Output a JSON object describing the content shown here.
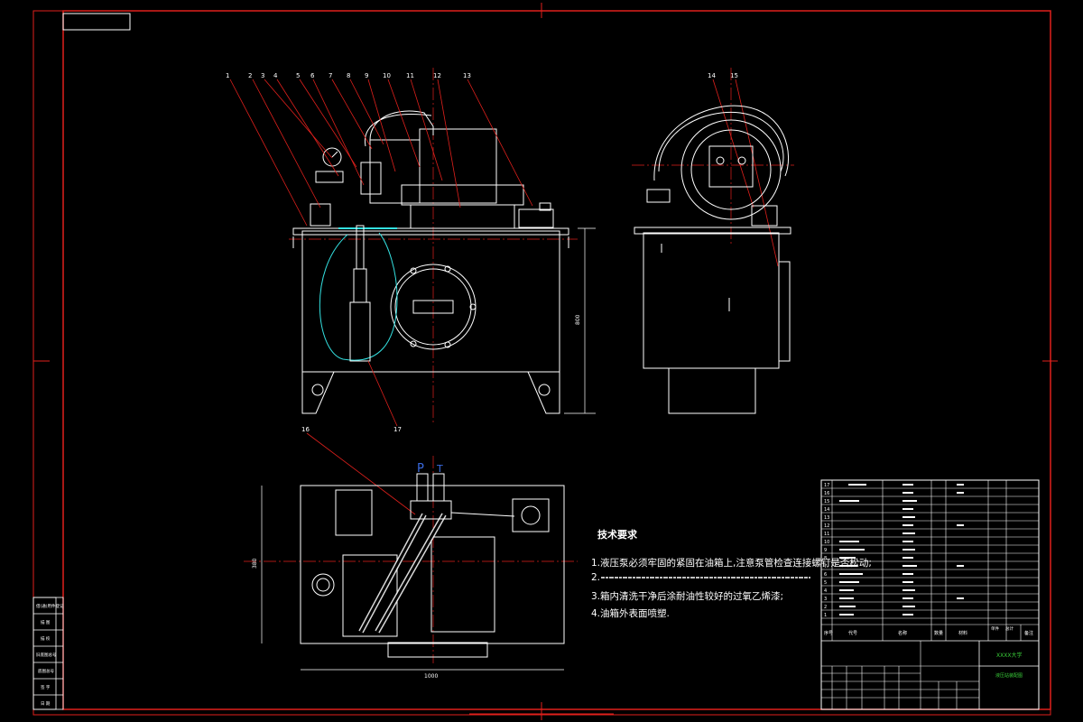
{
  "part_numbers": [
    "1",
    "2",
    "3",
    "4",
    "5",
    "6",
    "7",
    "8",
    "9",
    "10",
    "11",
    "12",
    "13",
    "14",
    "15",
    "16",
    "17"
  ],
  "port_labels": {
    "p": "P",
    "t": "T"
  },
  "dimensions": {
    "height": "800",
    "width": "1000",
    "depth": "380"
  },
  "technical_requirements": {
    "title": "技术要求",
    "items": [
      "1.液压泵必须牢固的紧固在油箱上,注意泵管检查连接螺钉是否松动;",
      "2.",
      "3.箱内清洗干净后涂耐油性较好的过氧乙烯漆;",
      "4.油箱外表面喷塑."
    ]
  },
  "title_block": {
    "school": "XXXX大学",
    "drawing_name": "液压站装配图",
    "row_numbers": [
      "17",
      "16",
      "15",
      "14",
      "13",
      "12",
      "11",
      "10",
      "9",
      "8",
      "7",
      "6",
      "5",
      "4",
      "3",
      "2",
      "1"
    ],
    "header_cells": [
      "序号",
      "代号",
      "名称",
      "数量",
      "材料",
      "单件",
      "总计",
      "备注"
    ]
  },
  "left_margin_labels": [
    "借(通)用件登记",
    "描 图",
    "描 校",
    "旧底图总号",
    "底图总号",
    "签 字",
    "日 期"
  ],
  "colors": {
    "border": "#e0201c",
    "lines": "#ffffff",
    "leaders": "#e0201c",
    "hose": "#34e0e0",
    "port_label": "#3a6ae0",
    "school": "#3ad13a"
  }
}
